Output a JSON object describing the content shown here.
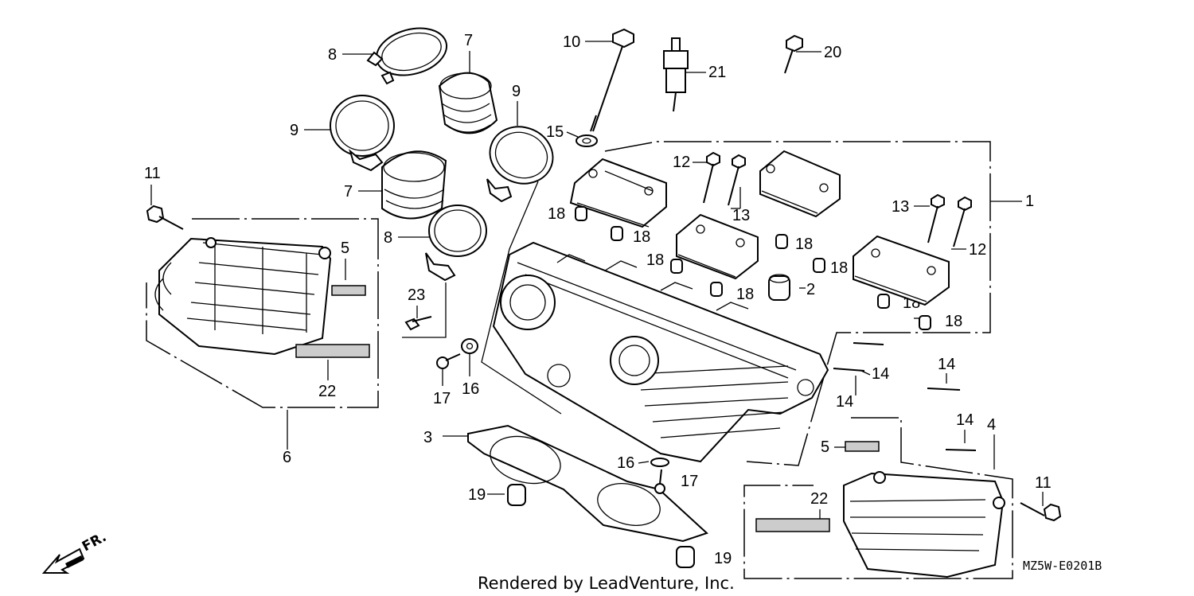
{
  "callouts": {
    "c8a": "8",
    "c7a": "7",
    "c9a": "9",
    "c9b": "9",
    "c7b": "7",
    "c8b": "8",
    "c10": "10",
    "c15": "15",
    "c21": "21",
    "c20": "20",
    "c1": "1",
    "c12a": "12",
    "c13a": "13",
    "c13b": "13",
    "c12b": "12",
    "c18a": "18",
    "c18b": "18",
    "c18c": "18",
    "c18d": "18",
    "c18e": "18",
    "c18f": "18",
    "c18g": "18",
    "c18h": "18",
    "c2": "2",
    "c11a": "11",
    "c5a": "5",
    "c22a": "22",
    "c6": "6",
    "c23": "23",
    "c17a": "17",
    "c16a": "16",
    "c3": "3",
    "c16b": "16",
    "c17b": "17",
    "c19a": "19",
    "c19b": "19",
    "c14a": "14",
    "c14b": "14",
    "c14c": "14",
    "c14d": "14",
    "c4": "4",
    "c5b": "5",
    "c11b": "11",
    "c22b": "22"
  },
  "credit": "Rendered by LeadVenture, Inc.",
  "diagram_code": "MZ5W-E0201B",
  "direction_label": "FR."
}
